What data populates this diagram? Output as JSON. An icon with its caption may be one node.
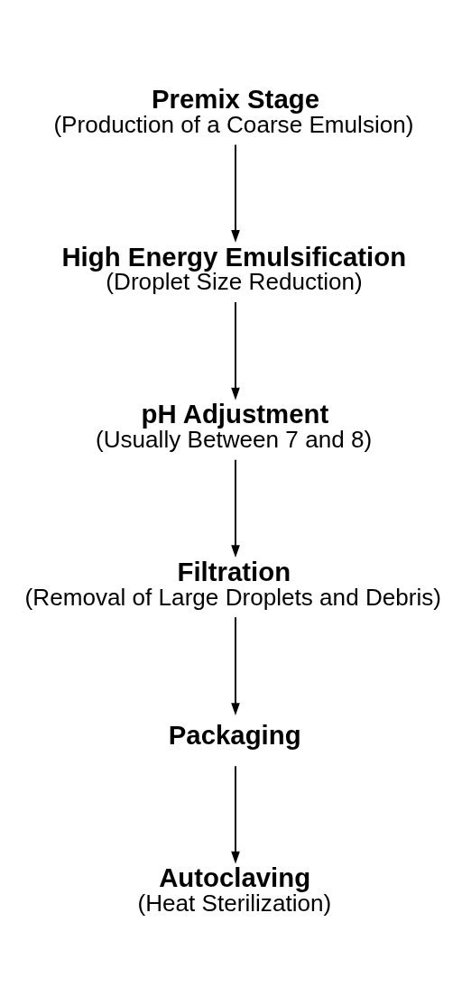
{
  "diagram": {
    "nodes": [
      {
        "text": [
          "Premix Stage",
          "(Production of a Coarse Emulsion)"
        ]
      },
      {
        "text": [
          "High Energy Emulsification",
          "(Droplet Size Reduction)"
        ]
      },
      {
        "text": [
          "pH Adjustment",
          "(Usually Between 7 and 8)"
        ]
      },
      {
        "text": [
          "Filtration",
          "(Removal of Large Droplets and Debris)"
        ]
      },
      {
        "text": [
          "Packaging"
        ]
      },
      {
        "text": [
          "Autoclaving",
          "(Heat Sterilization)"
        ]
      }
    ],
    "edges": [
      {
        "from": 0,
        "to": 1,
        "arrow": "to"
      },
      {
        "from": 1,
        "to": 2,
        "arrow": "to"
      },
      {
        "from": 2,
        "to": 3,
        "arrow": "to"
      },
      {
        "from": 3,
        "to": 4,
        "arrow": "to"
      },
      {
        "from": 4,
        "to": 5,
        "arrow": "to"
      }
    ]
  }
}
